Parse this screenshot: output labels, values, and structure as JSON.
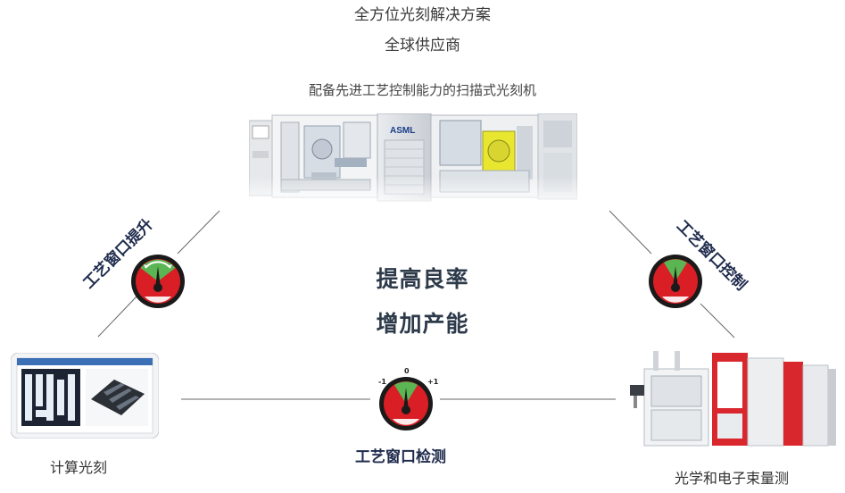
{
  "header": {
    "title": "全方位光刻解决方案",
    "subtitle": "全球供应商"
  },
  "top_node": {
    "caption": "配备先进工艺控制能力的扫描式光刻机",
    "brand": "ASML"
  },
  "center": {
    "line1": "提高良率",
    "line2": "增加产能"
  },
  "edges": {
    "left": "工艺窗口提升",
    "right": "工艺窗口控制",
    "bottom": "工艺窗口检测"
  },
  "bottom_gauge": {
    "minus": "-1",
    "zero": "0",
    "plus": "+1"
  },
  "nodes": {
    "left": "计算光刻",
    "right": "光学和电子束量测"
  }
}
